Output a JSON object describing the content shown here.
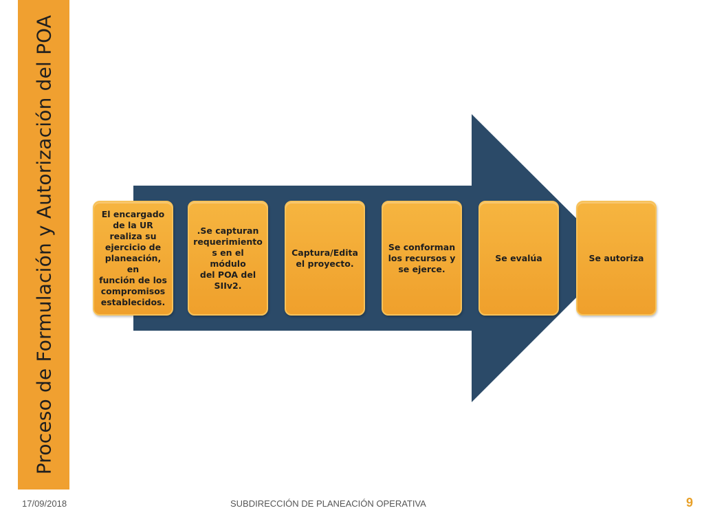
{
  "title": "Proceso de Formulación y Autorización del POA",
  "steps": [
    {
      "label": "El encargado\nde la UR\nrealiza su\nejercicio de\nplaneación, en\nfunción de los\ncompromisos\nestablecidos."
    },
    {
      "label": ".Se capturan\nrequerimiento\ns en el módulo\ndel POA del\nSIIv2."
    },
    {
      "label": "Captura/Edita\nel proyecto."
    },
    {
      "label": "Se conforman\nlos recursos y\nse ejerce."
    },
    {
      "label": "Se evalúa"
    },
    {
      "label": "Se autoriza"
    }
  ],
  "footer": {
    "date": "17/09/2018",
    "center": "SUBDIRECCIÓN DE PLANEACIÓN OPERATIVA",
    "page": "9"
  },
  "colors": {
    "sidebar": "#f0a030",
    "arrow": "#2b4a68",
    "step": "#f0a030",
    "page_number": "#e8a028"
  }
}
